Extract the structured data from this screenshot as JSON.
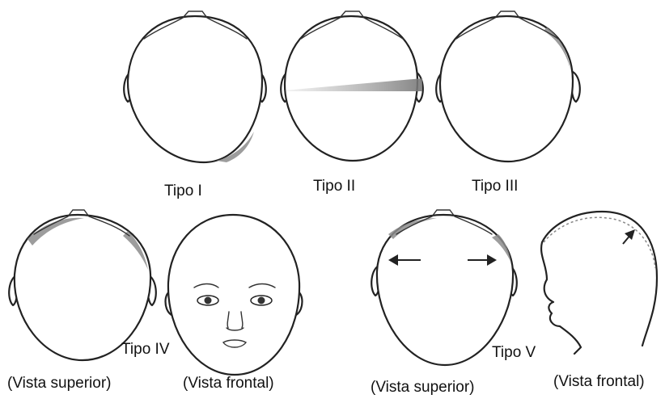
{
  "labels": {
    "tipo_1": "Tipo I",
    "tipo_2": "Tipo II",
    "tipo_3": "Tipo III",
    "tipo_4": "Tipo IV",
    "tipo_5": "Tipo V",
    "view_top_a": "(Vista superior)",
    "view_front_a": "(Vista frontal)",
    "view_top_b": "(Vista superior)",
    "view_front_b": "(Vista frontal)"
  },
  "colors": {
    "line": "#222222",
    "flattening_shade": "#8c8c8c",
    "background": "#ffffff"
  },
  "icons": [
    "head-top-view",
    "infant-face-front-view",
    "infant-head-profile-view",
    "arrow-icon"
  ]
}
